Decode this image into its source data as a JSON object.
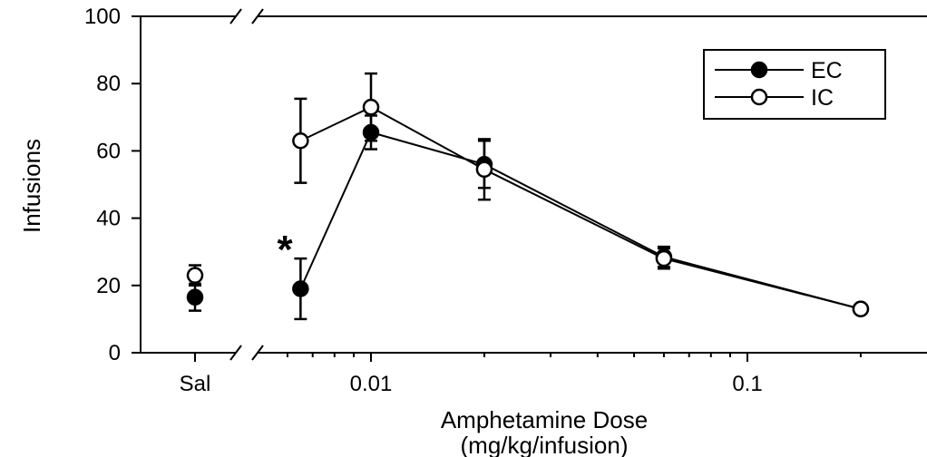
{
  "chart_data": {
    "type": "line",
    "ylabel": "Infusions",
    "xlabel_line1": "Amphetamine Dose",
    "xlabel_line2": "(mg/kg/infusion)",
    "x_scale": "log",
    "ylim": [
      0,
      100
    ],
    "yticks": [
      "0",
      "20",
      "40",
      "60",
      "80",
      "100"
    ],
    "xticks": [
      "Sal",
      "0.01",
      "0.1"
    ],
    "annotation": "*",
    "legend_position": "top-right",
    "series": [
      {
        "name": "EC",
        "marker": "filled-circle",
        "color": "#000000",
        "saline": {
          "x": "Sal",
          "y": 16.5,
          "err": 4
        },
        "points": [
          {
            "x": 0.0065,
            "y": 19,
            "err": 9
          },
          {
            "x": 0.01,
            "y": 65.5,
            "err": 5
          },
          {
            "x": 0.02,
            "y": 56,
            "err": 7
          },
          {
            "x": 0.06,
            "y": 28.5,
            "err": 3
          },
          {
            "x": 0.2,
            "y": 13,
            "err": 0
          }
        ]
      },
      {
        "name": "IC",
        "marker": "open-circle",
        "color": "#000000",
        "saline": {
          "x": "Sal",
          "y": 23,
          "err": 3
        },
        "points": [
          {
            "x": 0.0065,
            "y": 63,
            "err": 12.5
          },
          {
            "x": 0.01,
            "y": 73,
            "err": 10
          },
          {
            "x": 0.02,
            "y": 54.5,
            "err": 9
          },
          {
            "x": 0.06,
            "y": 28,
            "err": 3
          },
          {
            "x": 0.2,
            "y": 13,
            "err": 0
          }
        ]
      }
    ]
  }
}
